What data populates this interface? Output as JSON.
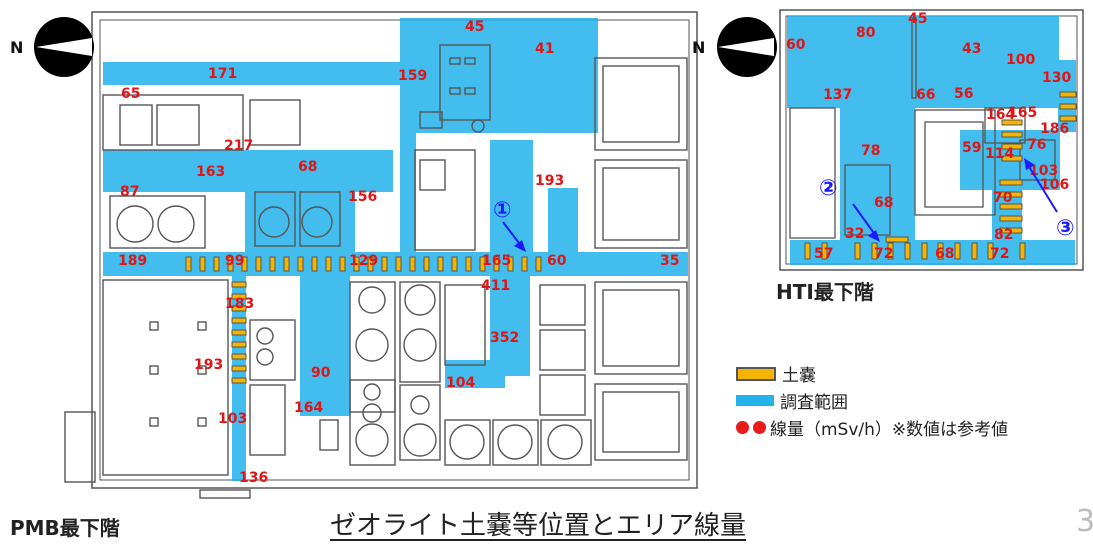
{
  "slide": {
    "title": "ゼオライト土嚢等位置とエリア線量",
    "page_number": "3"
  },
  "plans": {
    "pmb": {
      "label": "PMB最下階",
      "north": "N"
    },
    "hti": {
      "label": "HTI最下階",
      "north": "N"
    }
  },
  "legend": {
    "sandbag": "土嚢",
    "survey_area": "調査範囲",
    "dose": "線量（mSv/h）※数値は参考値"
  },
  "colors": {
    "survey_area": "#22b2ec",
    "sandbag_fill": "#f5b400",
    "sandbag_border": "#555555",
    "dose_text": "#e01515",
    "marker": "#1a1aff",
    "wall": "#555555"
  },
  "pmb_doses": [
    "45",
    "41",
    "171",
    "159",
    "65",
    "217",
    "68",
    "163",
    "87",
    "156",
    "193",
    "189",
    "99",
    "129",
    "165",
    "60",
    "35",
    "411",
    "183",
    "352",
    "193",
    "90",
    "104",
    "164",
    "103",
    "136"
  ],
  "hti_doses": [
    "45",
    "80",
    "60",
    "43",
    "100",
    "137",
    "130",
    "66",
    "56",
    "165",
    "164",
    "186",
    "59",
    "114",
    "76",
    "103",
    "78",
    "106",
    "70",
    "68",
    "82",
    "32",
    "57",
    "72",
    "68",
    "72"
  ],
  "markers": [
    "①",
    "②",
    "③"
  ]
}
